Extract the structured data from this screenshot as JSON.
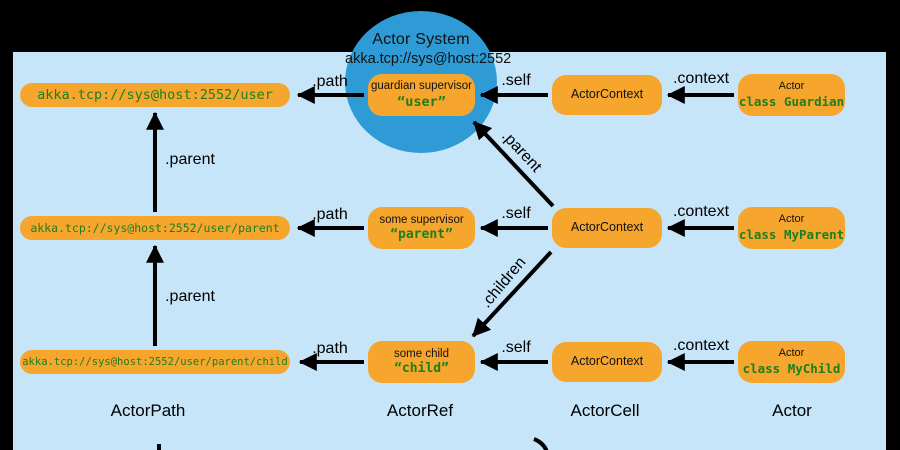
{
  "colors": {
    "background": "#000000",
    "panel_blue": "#c6e5f9",
    "circle_blue": "#2e9bd6",
    "box_orange": "#f6a62d",
    "code_green": "#1e7e1e",
    "arrow_black": "#000000"
  },
  "actor_system": {
    "title": "Actor System",
    "address": "akka.tcp://sys@host:2552"
  },
  "arrow_labels": {
    "path": ".path",
    "self": ".self",
    "context": ".context",
    "parent": ".parent",
    "children": ".children"
  },
  "rows": [
    {
      "path": "akka.tcp://sys@host:2552/user",
      "ref_title": "guardian supervisor",
      "ref_name": "“user”",
      "cell": "ActorContext",
      "actor_title": "Actor",
      "actor_class": "class Guardian"
    },
    {
      "path": "akka.tcp://sys@host:2552/user/parent",
      "ref_title": "some supervisor",
      "ref_name": "“parent”",
      "cell": "ActorContext",
      "actor_title": "Actor",
      "actor_class": "class MyParent"
    },
    {
      "path": "akka.tcp://sys@host:2552/user/parent/child",
      "ref_title": "some child",
      "ref_name": "“child”",
      "cell": "ActorContext",
      "actor_title": "Actor",
      "actor_class": "class MyChild"
    }
  ],
  "footer": {
    "labels": [
      "ActorPath",
      "ActorRef",
      "ActorCell",
      "Actor"
    ]
  }
}
